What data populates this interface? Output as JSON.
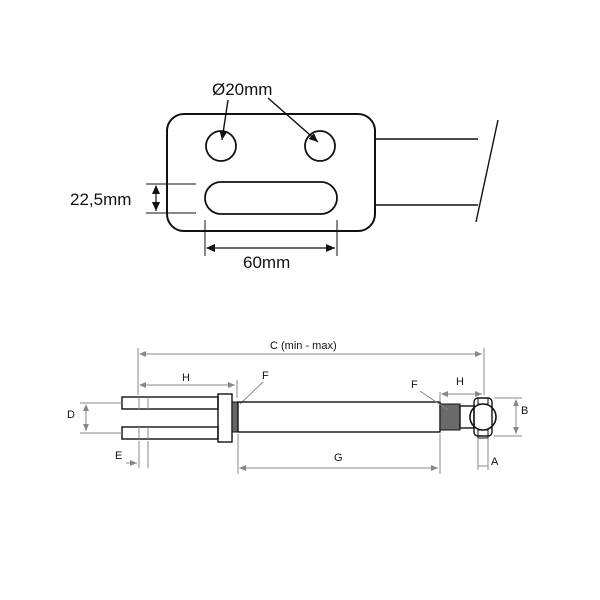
{
  "top_view": {
    "hole_diameter_label": "Ø20mm",
    "slot_height_label": "22,5mm",
    "slot_length_label": "60mm"
  },
  "side_view": {
    "overall_length_label": "C (min - max)",
    "label_H_left": "H",
    "label_F_left": "F",
    "label_F_right": "F",
    "label_H_right": "H",
    "label_D": "D",
    "label_E": "E",
    "label_G": "G",
    "label_B": "B",
    "label_A": "A"
  }
}
